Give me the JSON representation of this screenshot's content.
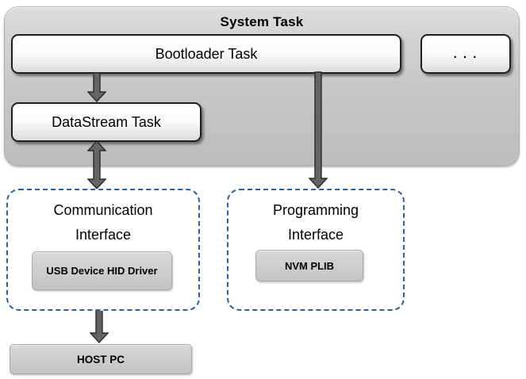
{
  "colors": {
    "arrow_fill": "#646464",
    "dashed_border": "#2e5fa3",
    "container_fill": "#c6c6c6",
    "box_border": "#1f1f1f"
  },
  "system_task": {
    "title": "System Task",
    "bootloader_label": "Bootloader Task",
    "ellipsis_label": ". . .",
    "datastream_label": "DataStream Task"
  },
  "communication_interface": {
    "title": "Communication Interface",
    "driver_label": "USB Device HID Driver"
  },
  "programming_interface": {
    "title": "Programming Interface",
    "plib_label": "NVM PLIB"
  },
  "host_pc": {
    "label": "HOST PC"
  }
}
